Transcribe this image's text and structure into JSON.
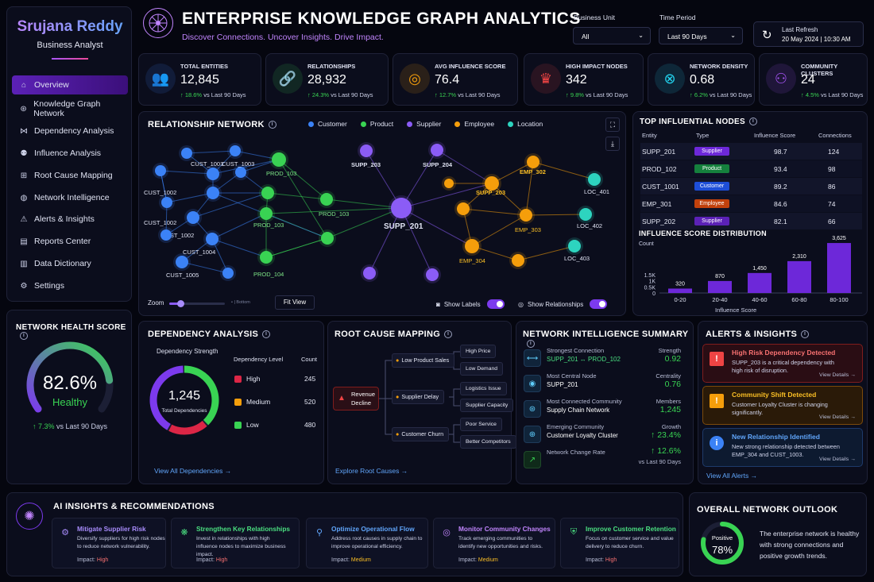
{
  "user": {
    "name": "Srujana Reddy",
    "role": "Business Analyst"
  },
  "nav": [
    {
      "label": "Overview",
      "icon": "home-icon"
    },
    {
      "label": "Knowledge Graph Network",
      "icon": "network-icon"
    },
    {
      "label": "Dependency Analysis",
      "icon": "dependency-icon"
    },
    {
      "label": "Influence Analysis",
      "icon": "influence-icon"
    },
    {
      "label": "Root Cause Mapping",
      "icon": "root-cause-icon"
    },
    {
      "label": "Network Intelligence",
      "icon": "globe-icon"
    },
    {
      "label": "Alerts & Insights",
      "icon": "alert-icon"
    },
    {
      "label": "Reports Center",
      "icon": "report-icon"
    },
    {
      "label": "Data Dictionary",
      "icon": "book-icon"
    },
    {
      "label": "Settings",
      "icon": "gear-icon"
    }
  ],
  "health": {
    "title": "NETWORK HEALTH SCORE",
    "value": "82.6%",
    "status": "Healthy",
    "change": "↑ 7.3%",
    "change_note": "vs Last 90 Days",
    "score": 82.6
  },
  "header": {
    "title": "ENTERPRISE KNOWLEDGE GRAPH ANALYTICS",
    "subtitle": "Discover Connections. Uncover Insights. Drive Impact."
  },
  "filters": {
    "business_unit_label": "Business Unit",
    "business_unit_value": "All",
    "time_period_label": "Time Period",
    "time_period_value": "Last 90 Days",
    "refresh_label": "Last Refresh",
    "refresh_value": "20 May 2024 | 10:30 AM"
  },
  "kpis": [
    {
      "label": "TOTAL ENTITIES",
      "value": "12,845",
      "change": "↑ 18.6%",
      "note": "vs Last 90 Days",
      "icon": "users-icon",
      "color": "#3b82f6"
    },
    {
      "label": "RELATIONSHIPS",
      "value": "28,932",
      "change": "↑ 24.3%",
      "note": "vs Last 90 Days",
      "icon": "link-icon",
      "color": "#39d353"
    },
    {
      "label": "AVG INFLUENCE SCORE",
      "value": "76.4",
      "change": "↑ 12.7%",
      "note": "vs Last 90 Days",
      "icon": "target-icon",
      "color": "#f59e0b"
    },
    {
      "label": "HIGH IMPACT NODES",
      "value": "342",
      "change": "↑ 9.8%",
      "note": "vs Last 90 Days",
      "icon": "crown-icon",
      "color": "#ef4444"
    },
    {
      "label": "NETWORK DENSITY",
      "value": "0.68",
      "change": "↑ 6.2%",
      "note": "vs Last 90 Days",
      "icon": "density-icon",
      "color": "#22d3ee"
    },
    {
      "label": "COMMUNITY CLUSTERS",
      "value": "24",
      "change": "↑ 4.5%",
      "note": "vs Last 90 Days",
      "icon": "community-icon",
      "color": "#a855f7"
    }
  ],
  "network": {
    "title": "RELATIONSHIP NETWORK",
    "legend": [
      {
        "label": "Customer",
        "color": "#3b82f6"
      },
      {
        "label": "Product",
        "color": "#39d353"
      },
      {
        "label": "Supplier",
        "color": "#8b5cf6"
      },
      {
        "label": "Employee",
        "color": "#f59e0b"
      },
      {
        "label": "Location",
        "color": "#2dd4bf"
      }
    ],
    "nodes": [
      "CUST_1003",
      "CUST_1003",
      "CUST_1002",
      "CUST_1002",
      "CUST_1002",
      "CUST_1004",
      "CUST_1005",
      "PROD_103",
      "PROD_103",
      "PROD_103",
      "PROD_104",
      "SUPP_203",
      "SUPP_204",
      "SUPP_201",
      "EMP_302",
      "SUPP_203",
      "EMP_303",
      "EMP_304",
      "LOC_401",
      "LOC_402",
      "LOC_403"
    ],
    "zoom_label": "Zoom",
    "zoom_hint": "• | Bottom",
    "zoom_level": 0.2,
    "fit_view": "Fit View",
    "show_labels": "Show Labels",
    "show_relationships": "Show Relationships"
  },
  "top_nodes": {
    "title": "TOP INFLUENTIAL NODES",
    "columns": [
      "Entity",
      "Type",
      "Influence Score",
      "Connections"
    ],
    "rows": [
      {
        "entity": "SUPP_201",
        "type": "Supplier",
        "score": "98.7",
        "conn": "124",
        "color": "#6d28d9"
      },
      {
        "entity": "PROD_102",
        "type": "Product",
        "score": "93.4",
        "conn": "98",
        "color": "#15803d"
      },
      {
        "entity": "CUST_1001",
        "type": "Customer",
        "score": "89.2",
        "conn": "86",
        "color": "#1d4ed8"
      },
      {
        "entity": "EMP_301",
        "type": "Employee",
        "score": "84.6",
        "conn": "74",
        "color": "#c2410c"
      },
      {
        "entity": "SUPP_202",
        "type": "Supplier",
        "score": "82.1",
        "conn": "66",
        "color": "#5b21b6"
      }
    ]
  },
  "chart_data": {
    "type": "bar",
    "title": "INFLUENCE SCORE DISTRIBUTION",
    "xlabel": "Influence Score",
    "ylabel": "Count",
    "categories": [
      "0-20",
      "20-40",
      "40-60",
      "60-80",
      "80-100"
    ],
    "values": [
      320,
      870,
      1450,
      2310,
      3625
    ],
    "value_labels": [
      "320",
      "870",
      "1,450",
      "2,310",
      "3,625"
    ],
    "yticks": [
      "1.5K",
      "1K",
      "0.5K",
      "0"
    ],
    "ylim": [
      0,
      4000
    ]
  },
  "dependency": {
    "title": "DEPENDENCY ANALYSIS",
    "donut_title": "Dependency Strength",
    "total": "1,245",
    "total_label": "Total Dependencies",
    "col_level": "Dependency Level",
    "col_count": "Count",
    "rows": [
      {
        "label": "High",
        "count": "245",
        "value": 245,
        "color": "#dc2646"
      },
      {
        "label": "Medium",
        "count": "520",
        "value": 520,
        "color": "#f59e0b"
      },
      {
        "label": "Low",
        "count": "480",
        "value": 480,
        "color": "#39d353"
      }
    ],
    "link": "View All Dependencies"
  },
  "root_cause": {
    "title": "ROOT CAUSE MAPPING",
    "root": "Revenue Decline",
    "causes": [
      "Low Product Sales",
      "Supplier Delay",
      "Customer Churn"
    ],
    "leaves": [
      "High Price",
      "Low Demand",
      "Logistics Issue",
      "Supplier Capacity",
      "Poor Service",
      "Better Competitors"
    ],
    "link": "Explore Root Causes"
  },
  "intel": {
    "title": "NETWORK INTELLIGENCE SUMMARY",
    "rows": [
      {
        "l1": "Strongest Connection",
        "l2": "SUPP_201 ↔ PROD_102",
        "r1": "Strength",
        "r2": "0.92"
      },
      {
        "l1": "Most Central Node",
        "l2": "SUPP_201",
        "r1": "Centrality",
        "r2": "0.76"
      },
      {
        "l1": "Most Connected Community",
        "l2": "Supply Chain Network",
        "r1": "Members",
        "r2": "1,245"
      },
      {
        "l1": "Emerging Community",
        "l2": "Customer Loyalty Cluster",
        "r1": "Growth",
        "r2": "↑ 23.4%"
      },
      {
        "l1": "Network Change Rate",
        "l2": "",
        "r1": "↑ 12.6%",
        "r2": "vs Last 90 Days"
      }
    ]
  },
  "alerts": {
    "title": "ALERTS & INSIGHTS",
    "items": [
      {
        "title": "High Risk Dependency Detected",
        "desc": "SUPP_203 is a critical dependency with high risk of disruption.",
        "link": "View Details →"
      },
      {
        "title": "Community Shift Detected",
        "desc": "Customer Loyalty Cluster is changing significantly.",
        "link": "View Details →"
      },
      {
        "title": "New Relationship Identified",
        "desc": "New strong relationship detected between EMP_304 and CUST_1003.",
        "link": "View Details →"
      }
    ],
    "link": "View All Alerts"
  },
  "ai": {
    "title": "AI INSIGHTS & RECOMMENDATIONS",
    "items": [
      {
        "title": "Mitigate Supplier Risk",
        "desc": "Diversify suppliers for high risk nodes to reduce network vulnerability.",
        "impact": "Impact: High",
        "color": "#a78bfa"
      },
      {
        "title": "Strengthen Key Relationships",
        "desc": "Invest in relationships with high influence nodes to maximize business impact.",
        "impact": "Impact: High",
        "color": "#4ade80"
      },
      {
        "title": "Optimize Operational Flow",
        "desc": "Address root causes in supply chain to improve operational efficiency.",
        "impact": "Impact: Medium",
        "color": "#60a5fa"
      },
      {
        "title": "Monitor Community Changes",
        "desc": "Track emerging communities to identify new opportunities and risks.",
        "impact": "Impact: Medium",
        "color": "#c084fc"
      },
      {
        "title": "Improve Customer Retention",
        "desc": "Focus on customer service and value delivery to reduce churn.",
        "impact": "Impact: High",
        "color": "#4ade80"
      }
    ]
  },
  "outlook": {
    "title": "OVERALL NETWORK OUTLOOK",
    "status": "Positive",
    "value": "78%",
    "score": 78,
    "desc": "The enterprise network is healthy with strong connections and positive growth trends."
  }
}
